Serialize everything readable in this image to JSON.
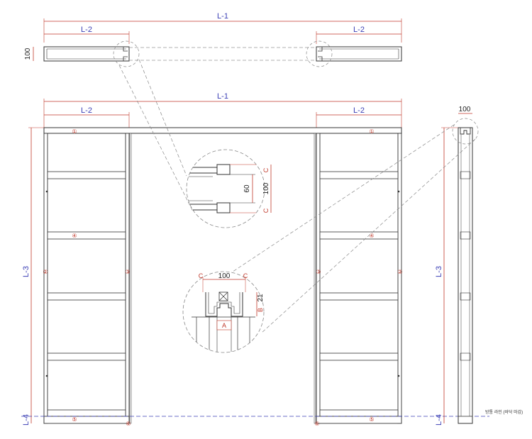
{
  "dimensions": {
    "overall_width": "L-1",
    "pocket_width": "L-2",
    "height": "L-3",
    "floor_offset": "L-4",
    "top_section_depth": "100",
    "side_view_depth": "100",
    "detail_top_depth": "100",
    "detail_inner": "60",
    "detail_outer": "100",
    "detail_c": "C",
    "detail_a": "A",
    "detail_b": "B",
    "detail_21": "21"
  },
  "markers": [
    "①",
    "②",
    "③",
    "④",
    "⑤",
    "⑥"
  ],
  "note": "방통 라인 (바닥 마감)",
  "colors": {
    "line": "#333333",
    "red": "#c0392b",
    "blue": "#3b3fb5",
    "dash": "#888888"
  }
}
